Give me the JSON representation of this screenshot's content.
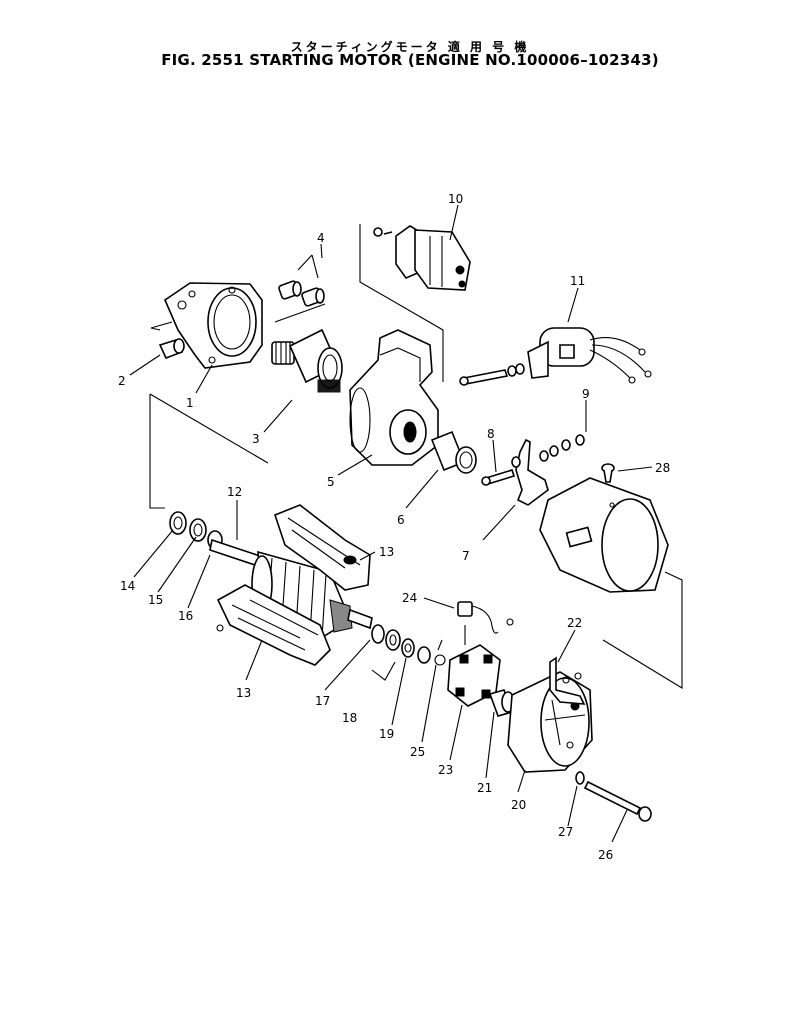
{
  "header": {
    "title_jp": "スターチィングモータ 適 用 号 機",
    "title_en": "FIG. 2551  STARTING MOTOR (ENGINE NO.100006–102343)"
  },
  "callouts": [
    {
      "id": "c1",
      "text": "1"
    },
    {
      "id": "c2",
      "text": "2"
    },
    {
      "id": "c3",
      "text": "3"
    },
    {
      "id": "c4",
      "text": "4"
    },
    {
      "id": "c5",
      "text": "5"
    },
    {
      "id": "c6",
      "text": "6"
    },
    {
      "id": "c7",
      "text": "7"
    },
    {
      "id": "c8",
      "text": "8"
    },
    {
      "id": "c9",
      "text": "9"
    },
    {
      "id": "c10",
      "text": "10"
    },
    {
      "id": "c11",
      "text": "11"
    },
    {
      "id": "c12",
      "text": "12"
    },
    {
      "id": "c13a",
      "text": "13"
    },
    {
      "id": "c13b",
      "text": "13"
    },
    {
      "id": "c14",
      "text": "14"
    },
    {
      "id": "c15",
      "text": "15"
    },
    {
      "id": "c16",
      "text": "16"
    },
    {
      "id": "c17",
      "text": "17"
    },
    {
      "id": "c18",
      "text": "18"
    },
    {
      "id": "c19",
      "text": "19"
    },
    {
      "id": "c20",
      "text": "20"
    },
    {
      "id": "c21",
      "text": "21"
    },
    {
      "id": "c22",
      "text": "22"
    },
    {
      "id": "c23",
      "text": "23"
    },
    {
      "id": "c24",
      "text": "24"
    },
    {
      "id": "c25",
      "text": "25"
    },
    {
      "id": "c26",
      "text": "26"
    },
    {
      "id": "c27",
      "text": "27"
    },
    {
      "id": "c28",
      "text": "28"
    }
  ]
}
